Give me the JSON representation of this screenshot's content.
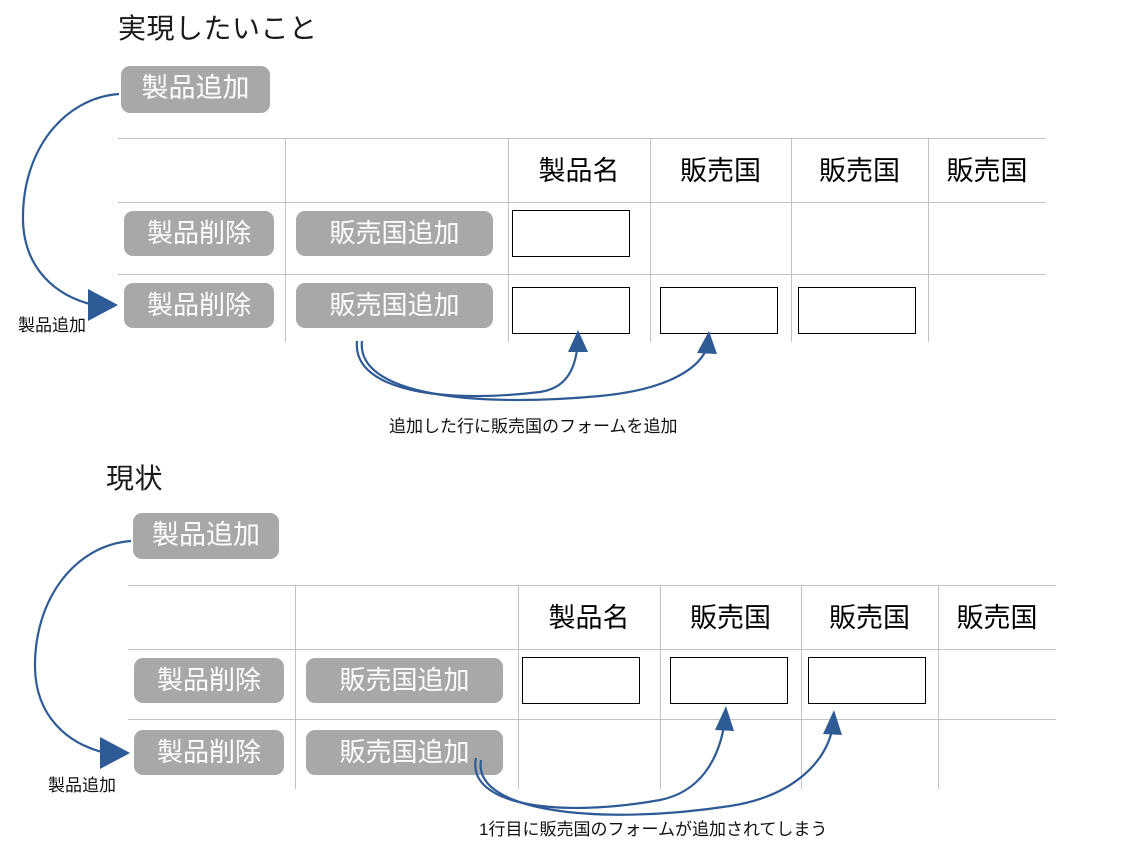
{
  "page": {
    "background": "#ffffff",
    "accent_blue": "#2e5b96",
    "button_gray": "#a8a8a8",
    "gridline_gray": "#c2c2c2"
  },
  "sections": [
    {
      "title": "実現したいこと",
      "add_product_button": "製品追加",
      "arrow_label": "製品追加",
      "caption": "追加した行に販売国のフォームを追加",
      "table": {
        "headers": [
          "",
          "",
          "製品名",
          "販売国",
          "販売国",
          "販売国"
        ],
        "rows": [
          {
            "delete_button": "製品削除",
            "add_country_button": "販売国追加",
            "fields": [
              "product-name-input"
            ]
          },
          {
            "delete_button": "製品削除",
            "add_country_button": "販売国追加",
            "fields": [
              "product-name-input",
              "country-input",
              "country-input"
            ]
          }
        ]
      }
    },
    {
      "title": "現状",
      "add_product_button": "製品追加",
      "arrow_label": "製品追加",
      "caption": "1行目に販売国のフォームが追加されてしまう",
      "table": {
        "headers": [
          "",
          "",
          "製品名",
          "販売国",
          "販売国",
          "販売国"
        ],
        "rows": [
          {
            "delete_button": "製品削除",
            "add_country_button": "販売国追加",
            "fields": [
              "product-name-input",
              "country-input",
              "country-input"
            ]
          },
          {
            "delete_button": "製品削除",
            "add_country_button": "販売国追加",
            "fields": []
          }
        ]
      }
    }
  ]
}
